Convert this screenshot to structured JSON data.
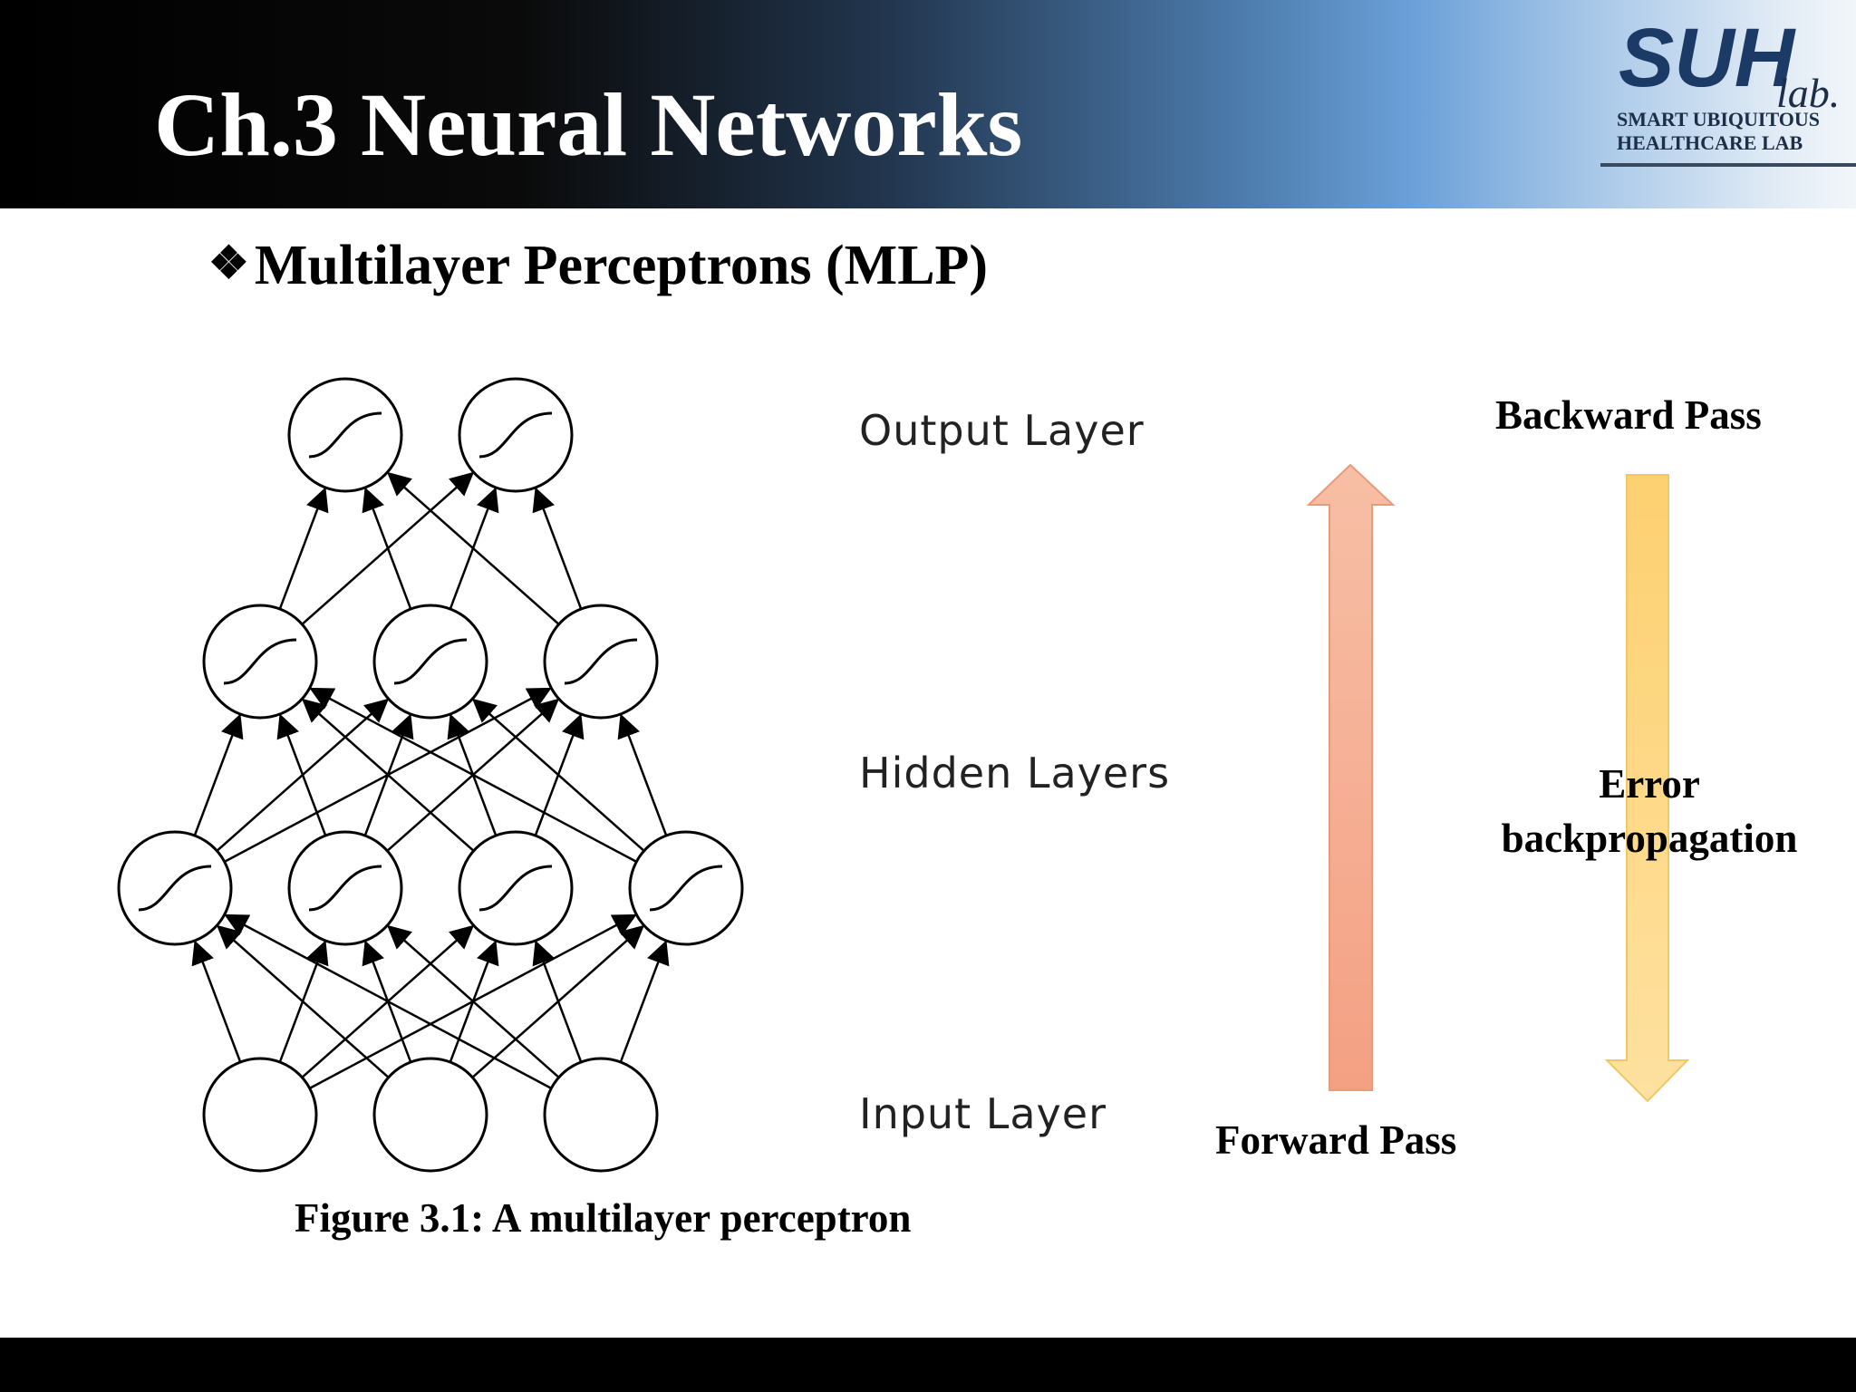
{
  "slide": {
    "title": "Ch.3 Neural Networks",
    "subtitle_bullet": "❖",
    "subtitle": "Multilayer Perceptrons (MLP)"
  },
  "logo": {
    "mark": "SUH",
    "mark_suffix": "lab.",
    "line1": "SMART UBIQUITOUS",
    "line2": "HEALTHCARE LAB",
    "color": "#1c3a66"
  },
  "diagram": {
    "layers": [
      {
        "label": "Output Layer",
        "nodes": 2,
        "activation": "sigmoid"
      },
      {
        "label": "Hidden Layers",
        "nodes": 3,
        "activation": "sigmoid"
      },
      {
        "label": "Hidden Layers",
        "nodes": 4,
        "activation": "sigmoid"
      },
      {
        "label": "Input Layer",
        "nodes": 3,
        "activation": "none"
      }
    ],
    "labels": {
      "output": "Output Layer",
      "hidden": "Hidden Layers",
      "input": "Input Layer"
    },
    "caption": "Figure 3.1: A multilayer perceptron"
  },
  "passes": {
    "forward_label": "Forward Pass",
    "backward_label": "Backward Pass",
    "error_line1": "Error",
    "error_line2": "backpropagation",
    "forward_color": "#f4a585",
    "backward_color": "#fdd77a"
  }
}
